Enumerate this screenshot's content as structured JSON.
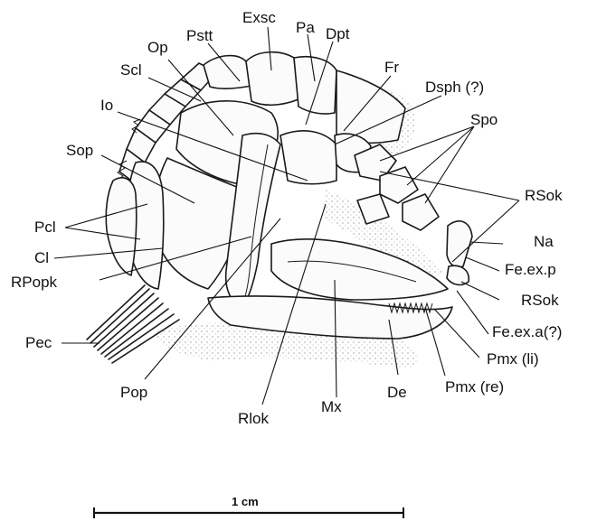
{
  "labels": {
    "exsc": "Exsc",
    "pa": "Pa",
    "dpt": "Dpt",
    "op": "Op",
    "pstt": "Pstt",
    "fr": "Fr",
    "scl": "Scl",
    "dsph": "Dsph (?)",
    "io": "Io",
    "spo": "Spo",
    "sop": "Sop",
    "rsok_upper": "RSok",
    "pcl": "Pcl",
    "na": "Na",
    "cl": "Cl",
    "fe_ex_p": "Fe.ex.p",
    "rpopk": "RPopk",
    "rsok_lower": "RSok",
    "fe_ex_a": "Fe.ex.a(?)",
    "pec": "Pec",
    "pmx_li": "Pmx (li)",
    "pop": "Pop",
    "pmx_re": "Pmx (re)",
    "rlok": "Rlok",
    "mx": "Mx",
    "de": "De"
  },
  "scale_bar": {
    "label": "1 cm"
  }
}
